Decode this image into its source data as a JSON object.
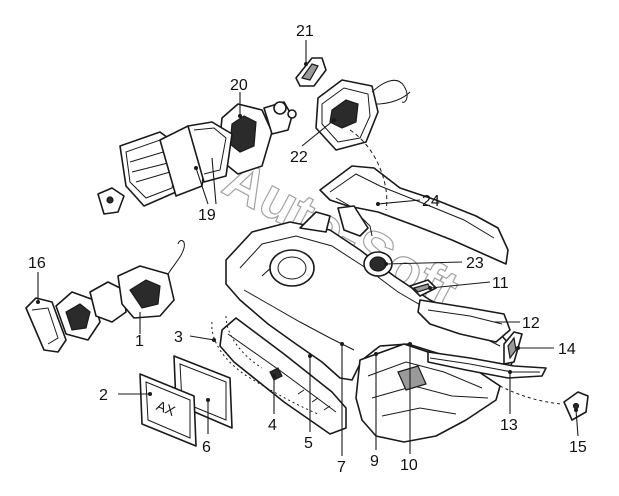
{
  "watermark": "Auto-Soft",
  "plate_text": "AX",
  "callouts": {
    "p1": "1",
    "p2": "2",
    "p3": "3",
    "p4": "4",
    "p5": "5",
    "p6": "6",
    "p7": "7",
    "p8": "9",
    "p9": "10",
    "p10": "11",
    "p11": "12",
    "p12": "13",
    "p13": "14",
    "p14": "15",
    "p15": "16",
    "p16": "19",
    "p17": "20",
    "p18": "21",
    "p19": "22",
    "p20": "23",
    "p21": "24"
  }
}
